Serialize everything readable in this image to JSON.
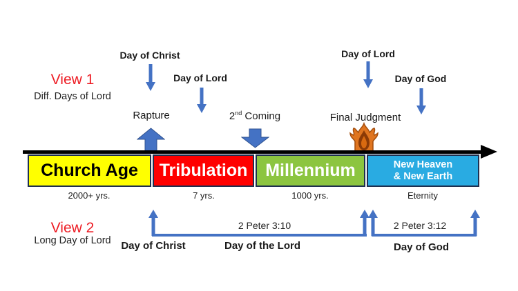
{
  "colors": {
    "accent_blue": "#4472c4",
    "view_title_red": "#ed1c24",
    "timeline_black": "#000000",
    "segment_border": "#1f3050"
  },
  "view1": {
    "title": "View 1",
    "subtitle": "Diff. Days of Lord",
    "day_of_christ": "Day of Christ",
    "day_of_lord_left": "Day of Lord",
    "day_of_lord_right": "Day of Lord",
    "day_of_god": "Day of God",
    "rapture": "Rapture",
    "second_coming": {
      "base": "2",
      "sup": "nd",
      "rest": " Coming"
    },
    "final_judgment": "Final Judgment"
  },
  "icons": {
    "final_judgment": "flame-icon",
    "view1_markers": "down-arrow-icon",
    "rapture_marker": "block-up-arrow-icon",
    "second_coming_marker": "block-down-arrow-icon",
    "timeline": "right-arrow"
  },
  "timeline": {
    "segments": [
      {
        "label": "Church Age",
        "duration": "2000+ yrs.",
        "color": "#ffff00",
        "text_color": "#000000"
      },
      {
        "label": "Tribulation",
        "duration": "7 yrs.",
        "color": "#ff0000",
        "text_color": "#ffffff"
      },
      {
        "label": "Millennium",
        "duration": "1000 yrs.",
        "color": "#8cc540",
        "text_color": "#ffffff"
      },
      {
        "label": "New Heaven & New Earth",
        "line1": "New Heaven",
        "line2": "& New Earth",
        "duration": "Eternity",
        "color": "#29abe2",
        "text_color": "#ffffff"
      }
    ]
  },
  "view2": {
    "title": "View 2",
    "subtitle": "Long Day of Lord",
    "day_of_christ": "Day of Christ",
    "brackets": [
      {
        "reference": "2 Peter 3:10",
        "label": "Day of the Lord"
      },
      {
        "reference": "2 Peter 3:12",
        "label": "Day of God"
      }
    ]
  }
}
